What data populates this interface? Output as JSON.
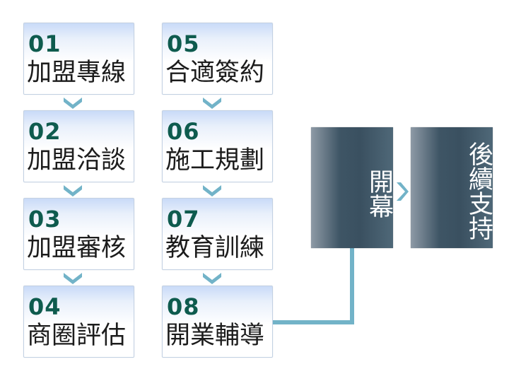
{
  "steps_left": [
    {
      "num": "01",
      "label": "加盟專線"
    },
    {
      "num": "02",
      "label": "加盟洽談"
    },
    {
      "num": "03",
      "label": "加盟審核"
    },
    {
      "num": "04",
      "label": "商圈評估"
    }
  ],
  "steps_right": [
    {
      "num": "05",
      "label": "合適簽約"
    },
    {
      "num": "06",
      "label": "施工規劃"
    },
    {
      "num": "07",
      "label": "教育訓練"
    },
    {
      "num": "08",
      "label": "開業輔導"
    }
  ],
  "final_steps": [
    {
      "label": "開幕"
    },
    {
      "label": "後續支持"
    }
  ],
  "colors": {
    "number": "#0e5b4e",
    "connector": "#72b3c8",
    "dark_box": "#3e5565"
  }
}
